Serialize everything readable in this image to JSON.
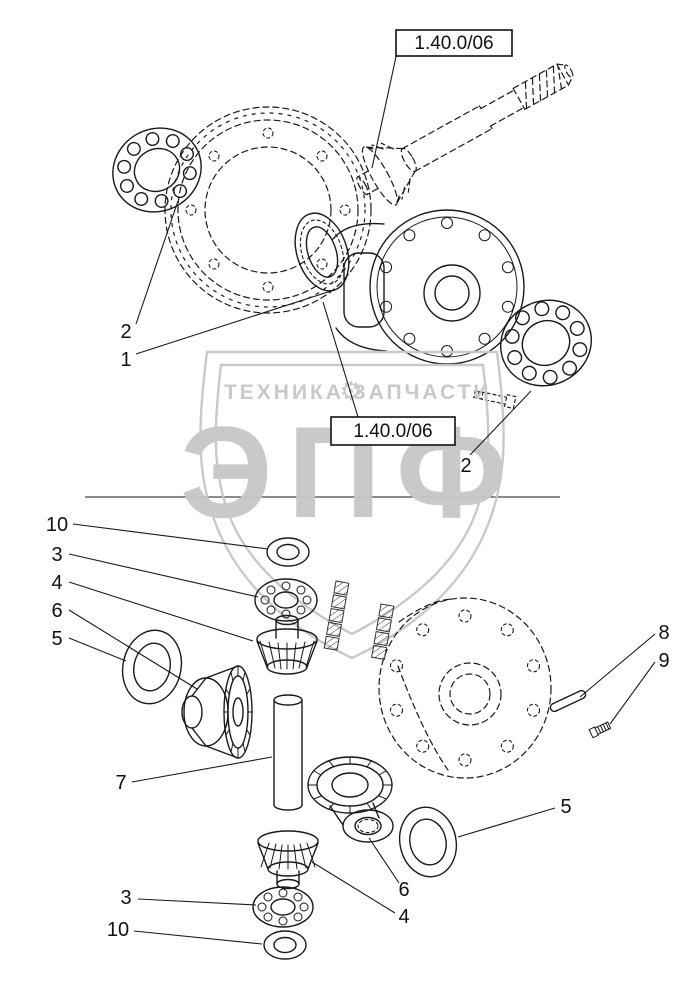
{
  "page": {
    "background": "#ffffff",
    "line_color": "#1a1a1a"
  },
  "references": [
    {
      "label": "1.40.0/06"
    },
    {
      "label": "1.40.0/06"
    }
  ],
  "callouts": [
    {
      "label": "2"
    },
    {
      "label": "1"
    },
    {
      "label": "2"
    },
    {
      "label": "10"
    },
    {
      "label": "3"
    },
    {
      "label": "4"
    },
    {
      "label": "6"
    },
    {
      "label": "5"
    },
    {
      "label": "7"
    },
    {
      "label": "8"
    },
    {
      "label": "9"
    },
    {
      "label": "5"
    },
    {
      "label": "6"
    },
    {
      "label": "4"
    },
    {
      "label": "3"
    },
    {
      "label": "10"
    }
  ],
  "watermark": {
    "brand": "ЭПФ",
    "tagline_left": "ТЕХНИКА",
    "tagline_right": "ЗАПЧАСТИ",
    "gear_icon": "⚙",
    "color": "#c7c7c7"
  }
}
